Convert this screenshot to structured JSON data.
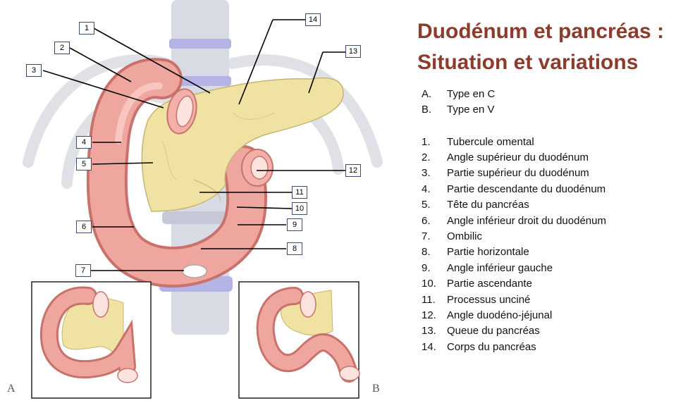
{
  "title_line1": "Duodénum et pancréas :",
  "title_line2": "Situation et variations",
  "variants": [
    {
      "key": "A.",
      "label": "Type en C"
    },
    {
      "key": "B.",
      "label": "Type en V"
    }
  ],
  "legend": [
    {
      "key": "1.",
      "label": "Tubercule omental"
    },
    {
      "key": "2.",
      "label": "Angle supérieur du duodénum"
    },
    {
      "key": "3.",
      "label": "Partie supérieur du duodénum"
    },
    {
      "key": "4.",
      "label": "Partie descendante du duodénum"
    },
    {
      "key": "5.",
      "label": "Tête du pancréas"
    },
    {
      "key": "6.",
      "label": "Angle inférieur droit du duodénum"
    },
    {
      "key": "7.",
      "label": "Ombilic"
    },
    {
      "key": "8.",
      "label": "Partie horizontale"
    },
    {
      "key": "9.",
      "label": "Angle inférieur gauche"
    },
    {
      "key": "10.",
      "label": "Partie ascendante"
    },
    {
      "key": "11.",
      "label": "Processus unciné"
    },
    {
      "key": "12.",
      "label": "Angle duodéno-jéjunal"
    },
    {
      "key": "13.",
      "label": "Queue du pancréas"
    },
    {
      "key": "14.",
      "label": "Corps du pancréas"
    }
  ],
  "callouts": [
    "1",
    "2",
    "3",
    "4",
    "5",
    "6",
    "7",
    "8",
    "9",
    "10",
    "11",
    "12",
    "13",
    "14"
  ],
  "variant_letters": [
    "A",
    "B"
  ],
  "colors": {
    "title": "#8c3b2c",
    "duodenum": "#e79a92",
    "pancreas": "#efe2a2",
    "bone": "#d8dbe3",
    "disc": "#b3b3e6"
  }
}
